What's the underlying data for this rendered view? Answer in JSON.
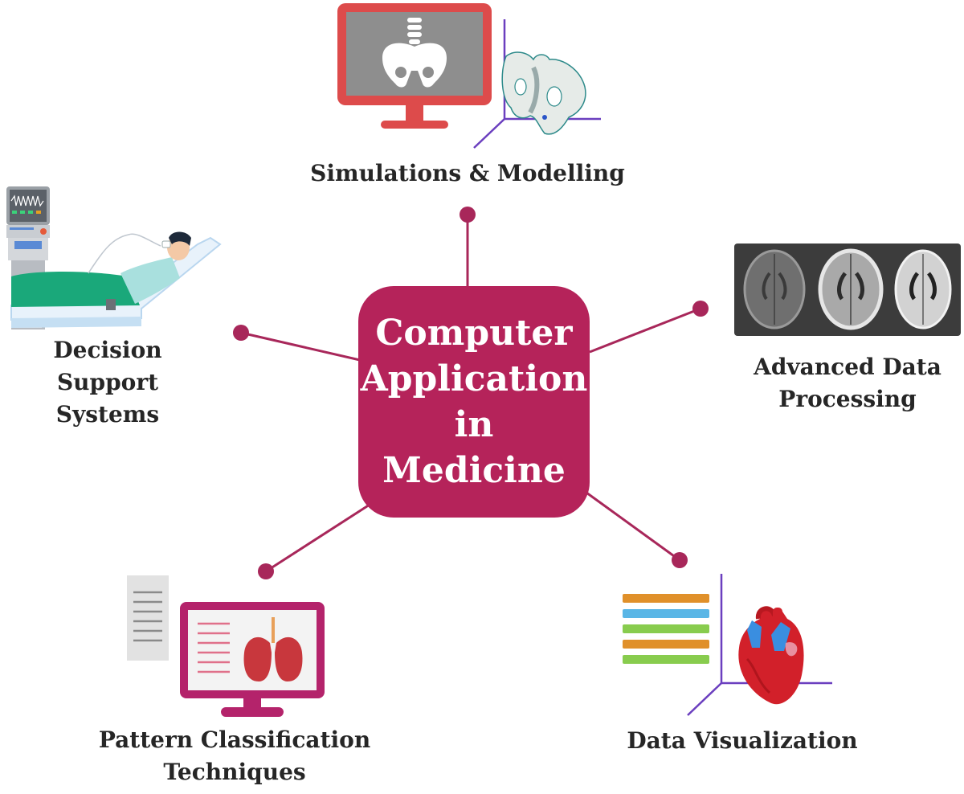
{
  "center": {
    "lines": [
      "Computer",
      "Application",
      "in Medicine"
    ],
    "color": "#b5235a"
  },
  "nodes": {
    "simulations": {
      "lines": [
        "Simulations & Modelling"
      ],
      "icon": "pelvis-xray-monitor-icon"
    },
    "decision_support": {
      "lines": [
        "Decision Support",
        "Systems"
      ],
      "icon": "hospital-bed-patient-icon"
    },
    "advanced_data": {
      "lines": [
        "Advanced Data",
        "Processing"
      ],
      "icon": "brain-mri-scans-icon"
    },
    "pattern_classification": {
      "lines": [
        "Pattern Classification",
        "Techniques"
      ],
      "icon": "lungs-monitor-icon"
    },
    "data_visualization": {
      "lines": [
        "Data Visualization"
      ],
      "icon": "heart-3d-axes-icon"
    }
  },
  "colors": {
    "connector": "#a8275a",
    "monitor_red": "#dd4b4b",
    "monitor_magenta": "#b4236b",
    "axis_purple": "#6b3fbf"
  }
}
